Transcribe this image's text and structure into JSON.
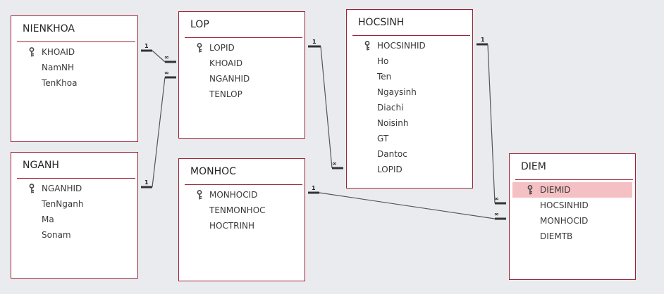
{
  "tables": {
    "nienkhoa": {
      "title": "NIENKHOA",
      "fields": [
        "KHOAID",
        "NamNH",
        "TenKhoa"
      ]
    },
    "nganh": {
      "title": "NGANH",
      "fields": [
        "NGANHID",
        "TenNganh",
        "Ma",
        "Sonam"
      ]
    },
    "lop": {
      "title": "LOP",
      "fields": [
        "LOPID",
        "KHOAID",
        "NGANHID",
        "TENLOP"
      ]
    },
    "monhoc": {
      "title": "MONHOC",
      "fields": [
        "MONHOCID",
        "TENMONHOC",
        "HOCTRINH"
      ]
    },
    "hocsinh": {
      "title": "HOCSINH",
      "fields": [
        "HOCSINHID",
        "Ho",
        "Ten",
        "Ngaysinh",
        "Diachi",
        "Noisinh",
        "GT",
        "Dantoc",
        "LOPID"
      ]
    },
    "diem": {
      "title": "DIEM",
      "fields": [
        "DIEMID",
        "HOCSINHID",
        "MONHOCID",
        "DIEMTB"
      ]
    }
  },
  "relationship_labels": {
    "one": "1",
    "many": "∞"
  },
  "colors": {
    "border": "#9b2335",
    "background": "#e9ebee",
    "selected_row": "#f4c0c4",
    "line": "#555555"
  },
  "icons": {
    "primary_key": "key-icon"
  }
}
